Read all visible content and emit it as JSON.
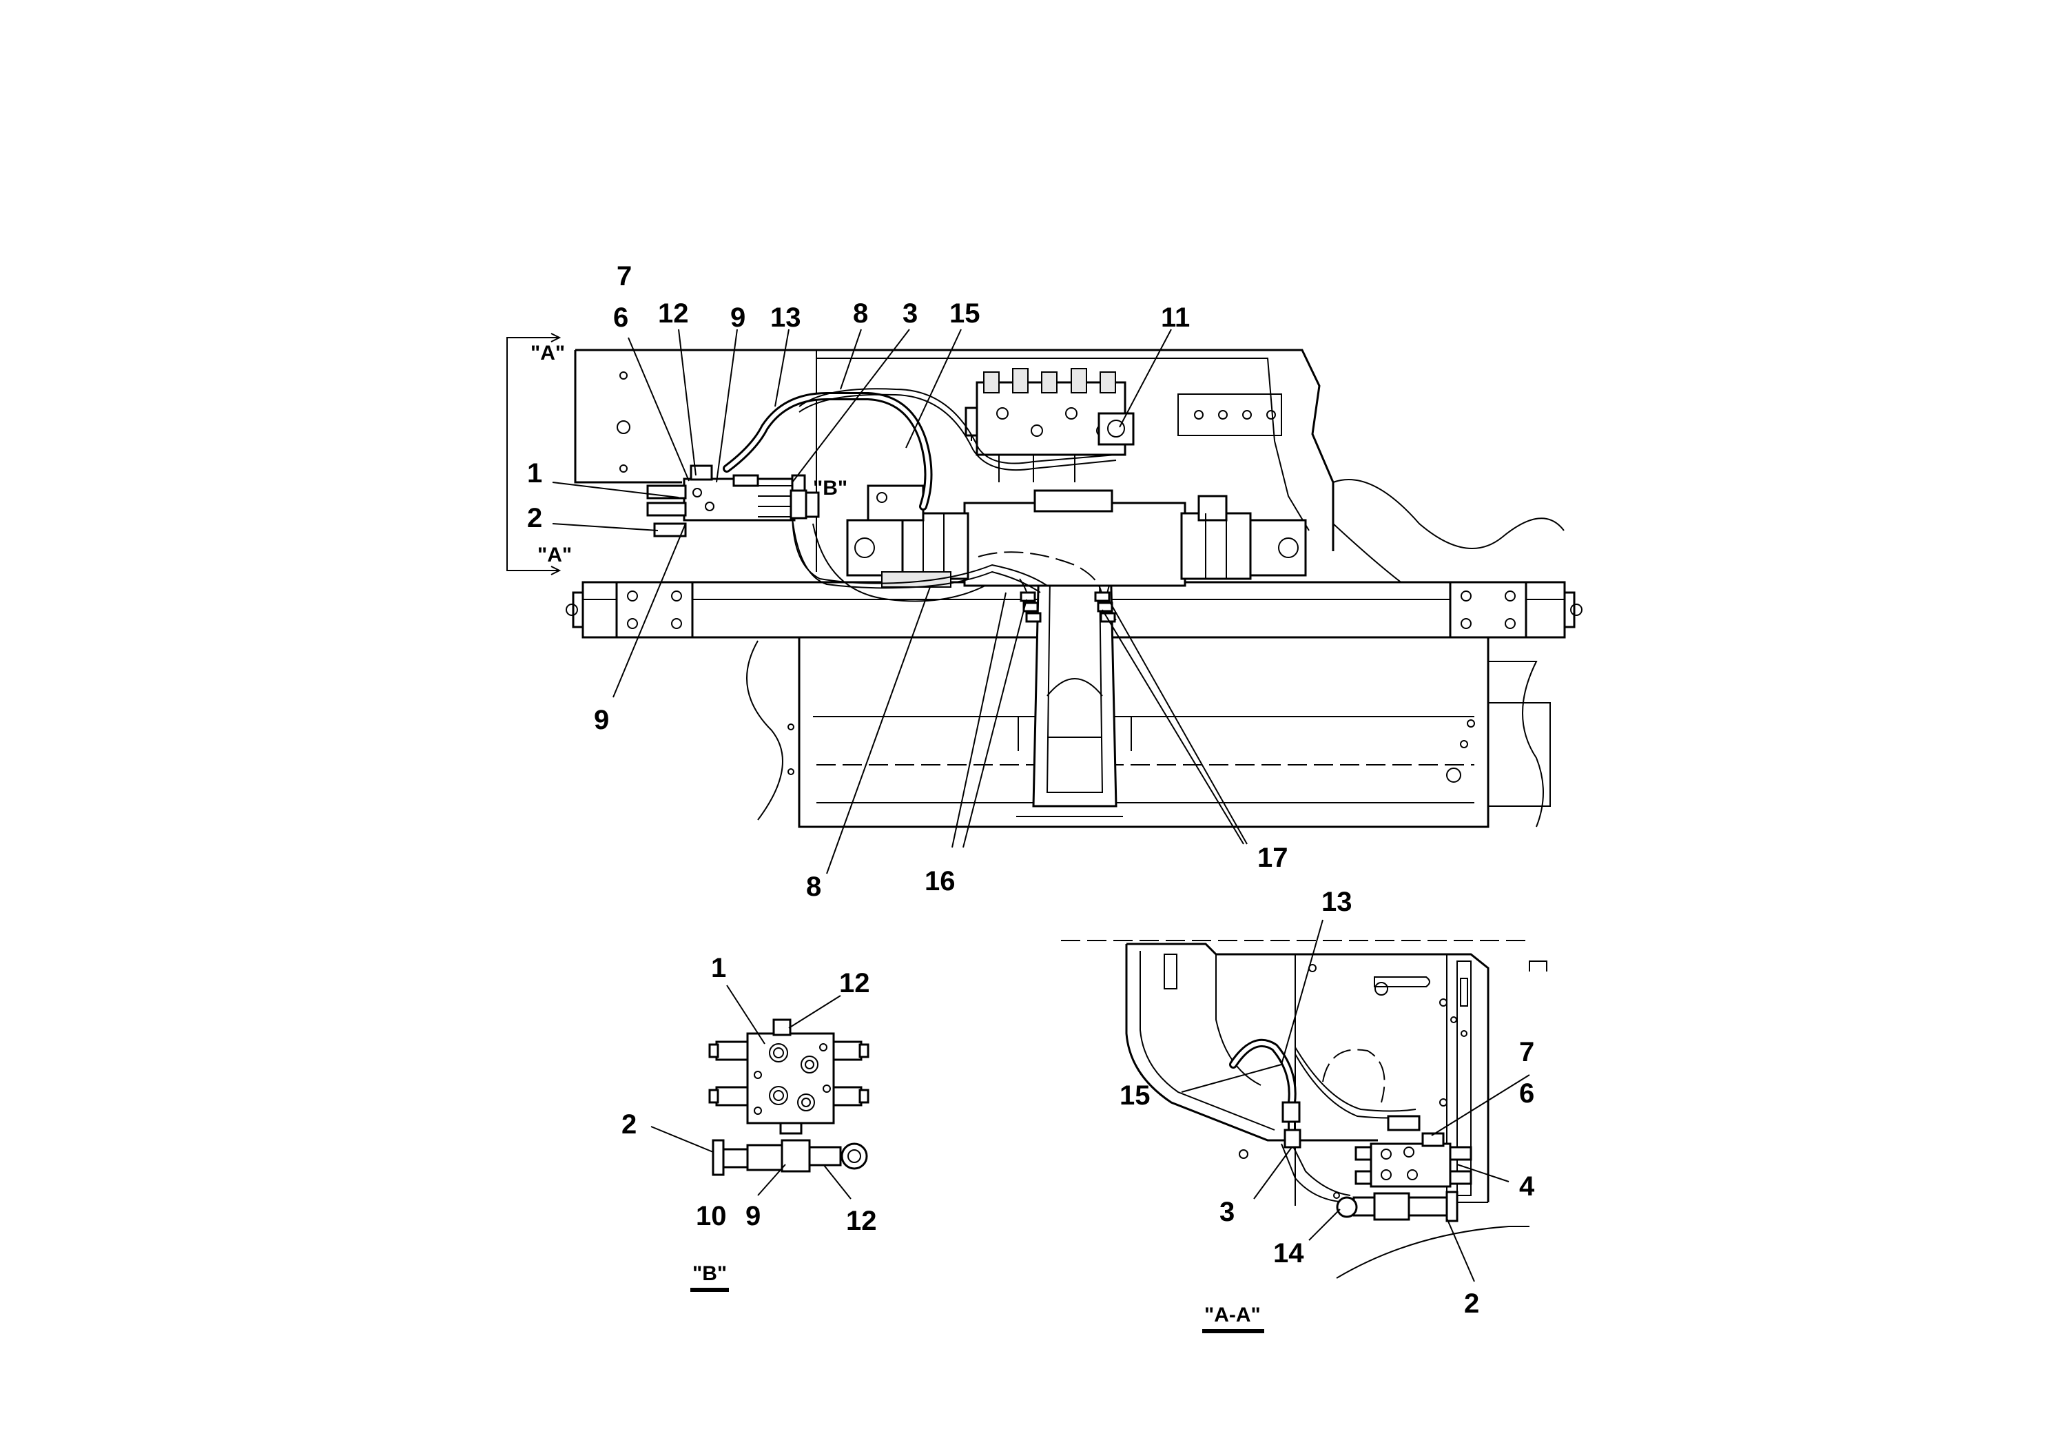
{
  "main_view": {
    "labels": [
      "7",
      "6",
      "12",
      "9",
      "13",
      "8",
      "3",
      "15",
      "11",
      "1",
      "2",
      "9",
      "8",
      "16",
      "17"
    ],
    "view_a_top": "\"A\"",
    "view_a_bottom": "\"A\"",
    "view_b_marker": "\"B\""
  },
  "detail_b": {
    "labels": [
      "1",
      "12",
      "2",
      "10",
      "9",
      "12"
    ],
    "caption": "\"B\""
  },
  "section_aa": {
    "labels": [
      "13",
      "7",
      "6",
      "15",
      "4",
      "3",
      "14",
      "2"
    ],
    "caption": "\"A-A\""
  }
}
